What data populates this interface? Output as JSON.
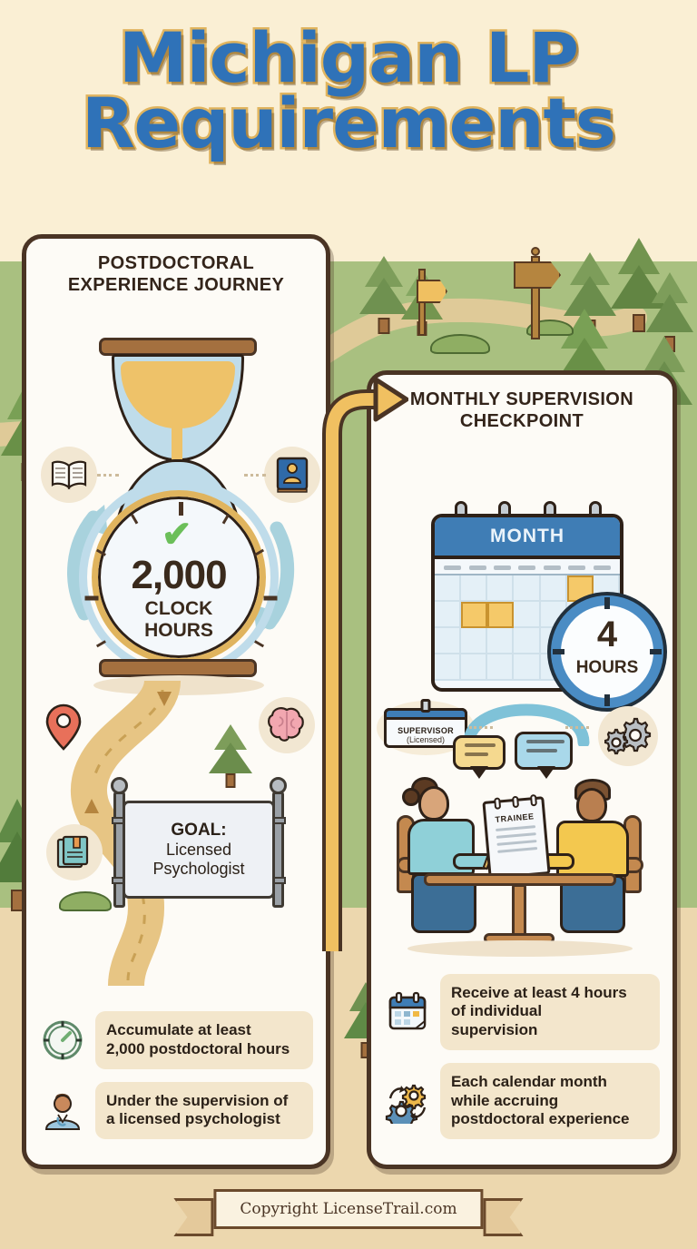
{
  "title": {
    "line1": "Michigan LP",
    "line2": "Requirements"
  },
  "colors": {
    "title_fill": "#2f72b8",
    "title_outline": "#e0b45e",
    "sky": "#faefd4",
    "grass": "#a9c080",
    "soil": "#ecd7ae",
    "card_border": "#4a3424",
    "card_bg": "#fdfbf6",
    "bullet_bg": "#f3e6cc",
    "accent_blue": "#3f7db5",
    "accent_gold": "#f5c969",
    "check_green": "#6bbf59"
  },
  "left_card": {
    "title": "POSTDOCTORAL EXPERIENCE JOURNEY",
    "clock": {
      "number": "2,000",
      "label_line1": "CLOCK",
      "label_line2": "HOURS",
      "check": "✔"
    },
    "goal_sign": {
      "heading": "GOAL:",
      "line1": "Licensed",
      "line2": "Psychologist"
    },
    "icons": [
      {
        "name": "open-book-icon",
        "glyph": "book"
      },
      {
        "name": "license-book-icon",
        "glyph": "id-book"
      },
      {
        "name": "map-pin-icon",
        "glyph": "pin"
      },
      {
        "name": "brain-icon",
        "glyph": "brain"
      },
      {
        "name": "documents-icon",
        "glyph": "docs"
      },
      {
        "name": "tree-icon",
        "glyph": "tree"
      }
    ],
    "bullets": [
      {
        "icon": "compass-icon",
        "line1": "Accumulate at least",
        "line2": "2,000 postdoctoral hours"
      },
      {
        "icon": "psychologist-avatar-icon",
        "line1": "Under the supervision of",
        "line2": "a licensed psychologist"
      }
    ]
  },
  "right_card": {
    "title": "MONTHLY SUPERVISION CHECKPOINT",
    "calendar": {
      "header": "MONTH",
      "highlighted_cells": [
        5,
        8,
        9
      ]
    },
    "clock": {
      "number": "4",
      "label": "HOURS"
    },
    "supervisor_badge": {
      "line1": "SUPERVISOR",
      "line2": "(Licensed)"
    },
    "trainee_pad": {
      "title": "TRAINEE"
    },
    "icons": [
      {
        "name": "gears-icon",
        "glyph": "gears"
      },
      {
        "name": "speech-bubble-gold-icon",
        "glyph": "speech"
      },
      {
        "name": "speech-bubble-blue-icon",
        "glyph": "speech"
      }
    ],
    "bullets": [
      {
        "icon": "calendar-icon",
        "line1": "Receive at least 4 hours",
        "line2": "of individual",
        "line3": "supervision"
      },
      {
        "icon": "gears-cycle-icon",
        "line1": "Each calendar month",
        "line2": "while accruing",
        "line3": "postdoctoral experience"
      }
    ]
  },
  "footer": {
    "text": "Copyright LicenseTrail.com"
  }
}
